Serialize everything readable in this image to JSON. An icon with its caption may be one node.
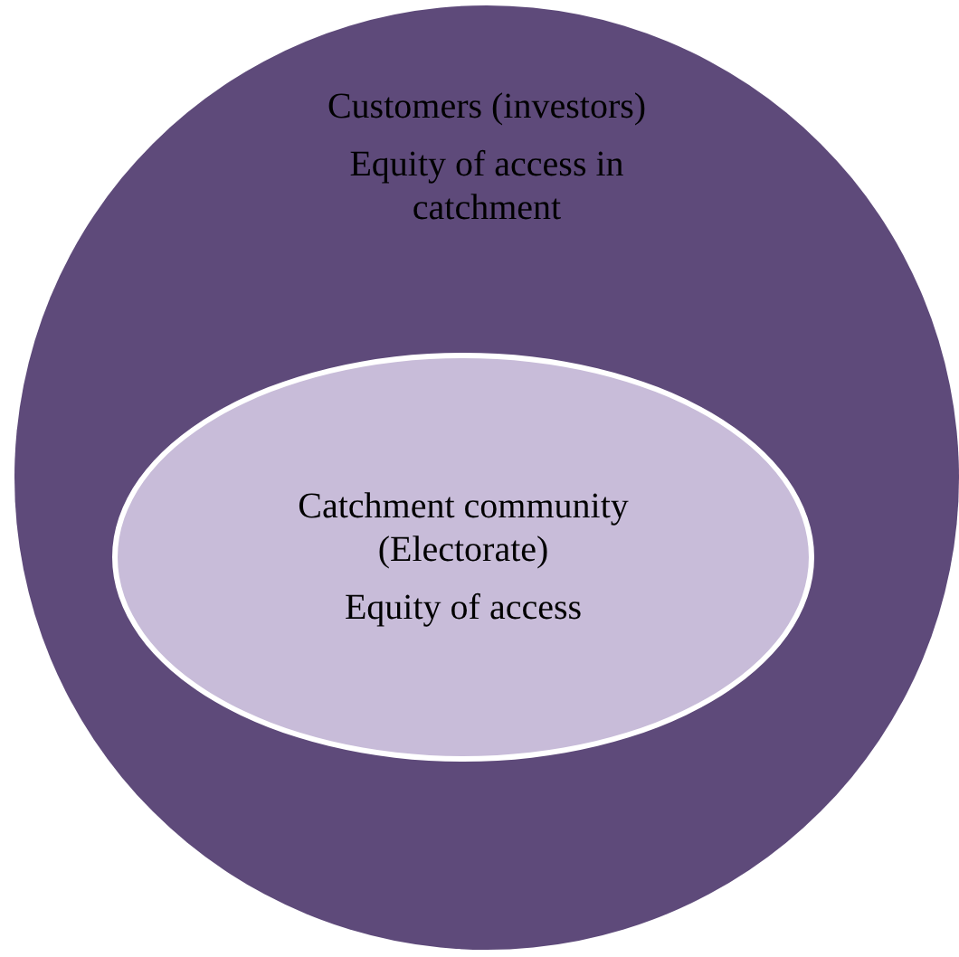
{
  "diagram": {
    "nodes": [
      {
        "text": [
          "Customers (investors)",
          "Equity of access in catchment"
        ]
      },
      {
        "text": [
          "Catchment community (Electorate)",
          "Equity of access"
        ],
        "in": 0
      }
    ]
  }
}
